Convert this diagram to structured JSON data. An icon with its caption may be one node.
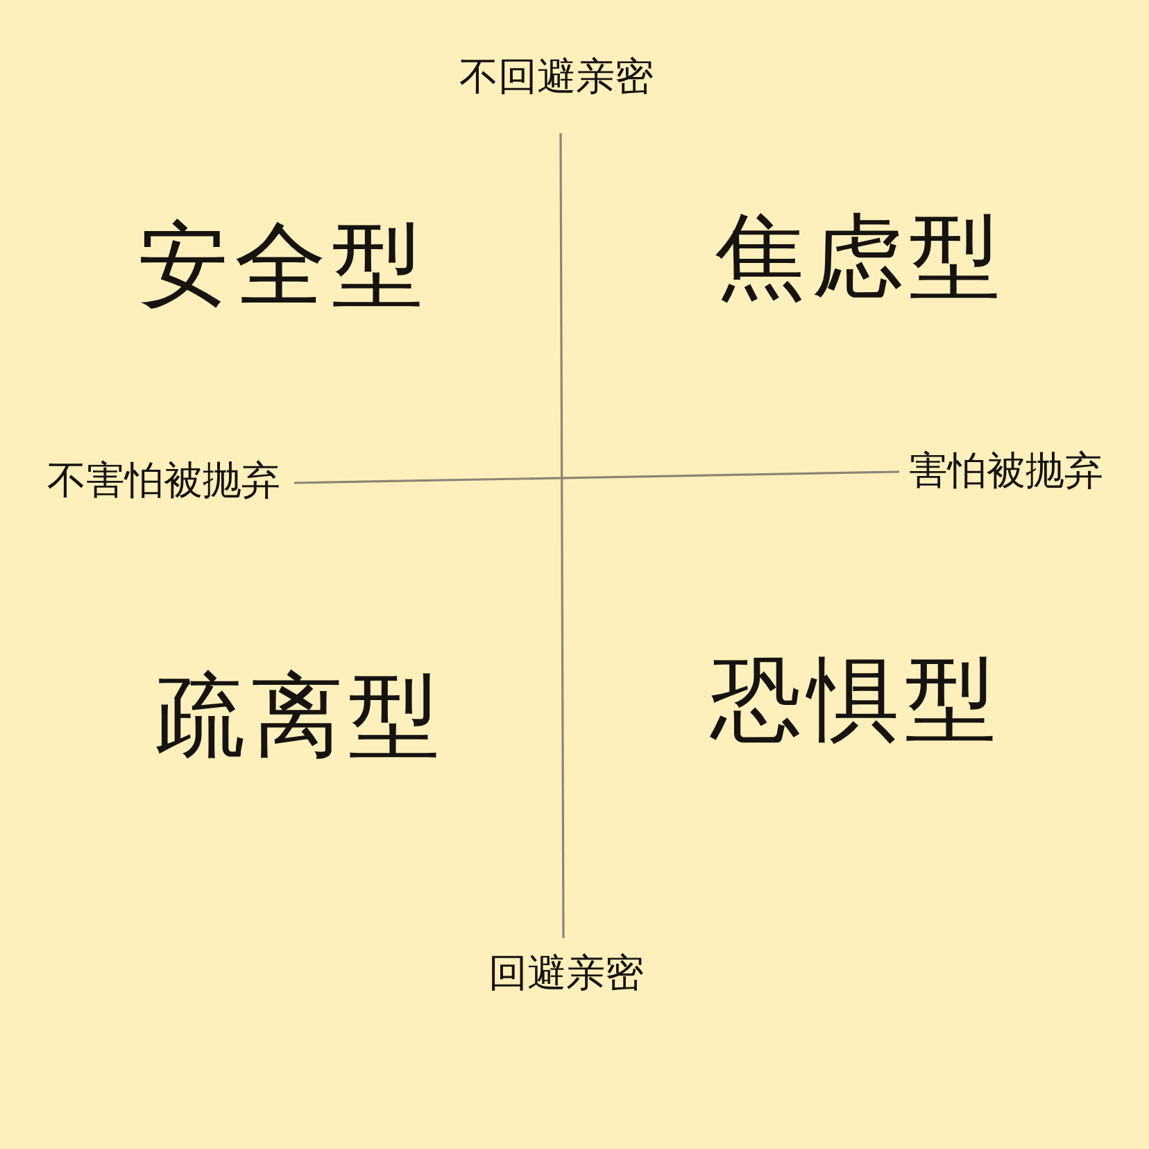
{
  "diagram": {
    "labels": [
      "不回避亲密",
      "安全型",
      "焦虑型",
      "不害怕被抛弃",
      "害怕被抛弃",
      "疏离型",
      "恐惧型",
      "回避亲密"
    ]
  }
}
